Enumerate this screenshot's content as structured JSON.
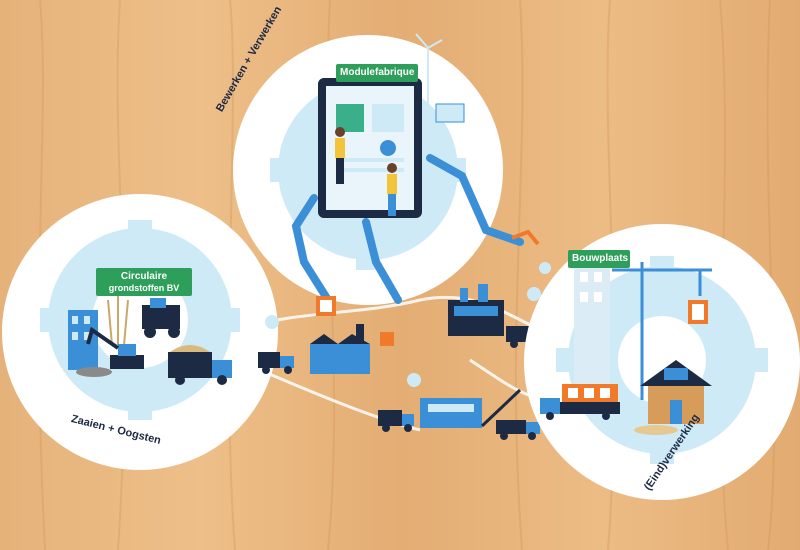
{
  "colors": {
    "wood_light": "#e8b67f",
    "wood_mid": "#dda86e",
    "wood_dark": "#c98d52",
    "circle_fill": "#ffffff",
    "gear": "#cfeaf7",
    "accent_blue": "#3a8fd6",
    "dark_navy": "#1d2a44",
    "green_tag": "#2e9e5b",
    "orange": "#f07a2a"
  },
  "circles": {
    "left": {
      "tag_line1": "Circulaire",
      "tag_line2": "grondstoffen BV",
      "label": "Zaaien + Oogsten"
    },
    "top": {
      "tag": "Modulefabrique",
      "label": "Bewerken + Verwerken"
    },
    "right": {
      "tag": "Bouwplaats",
      "label": "(Eind)verwerking"
    }
  },
  "icons": [
    "gear-icon",
    "excavator-icon",
    "truck-icon",
    "factory-icon",
    "robot-arm-icon",
    "crane-icon",
    "house-icon",
    "wind-turbine-icon",
    "solar-panel-icon"
  ]
}
